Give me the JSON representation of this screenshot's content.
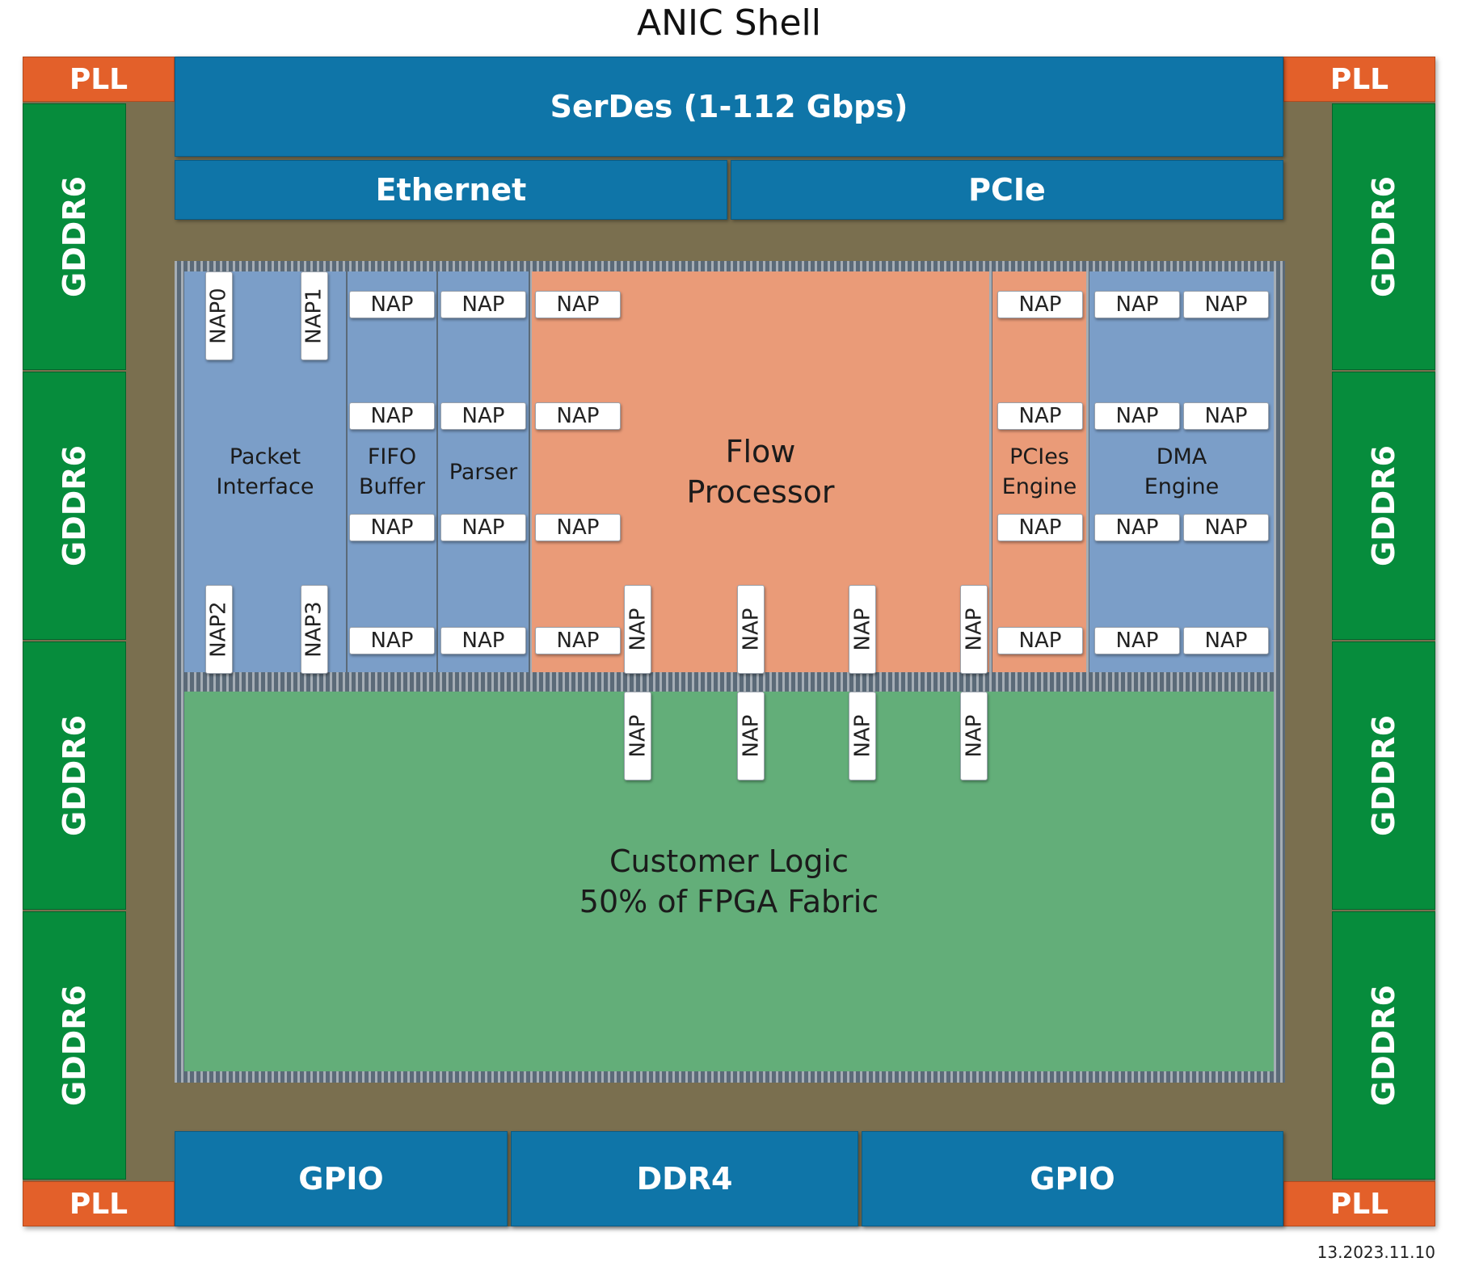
{
  "title": "ANIC Shell",
  "colors": {
    "substrate": "#7a6f4f",
    "io_blue": "#0f75a8",
    "pll_orange": "#e3602a",
    "gddr_green": "#068c3c",
    "block_blue": "#7b9ec8",
    "block_orange": "#ea9b78",
    "customer_green": "#63ae79"
  },
  "pll": {
    "label": "PLL"
  },
  "gddr": {
    "label": "GDDR6"
  },
  "top": {
    "serdes": "SerDes (1-112 Gbps)",
    "ethernet": "Ethernet",
    "pcie": "PCIe"
  },
  "bottom": {
    "gpio_left": "GPIO",
    "ddr4": "DDR4",
    "gpio_right": "GPIO"
  },
  "blocks": {
    "packet_interface": "Packet\nInterface",
    "fifo_buffer": "FIFO\nBuffer",
    "parser": "Parser",
    "flow_processor": "Flow\nProcessor",
    "pcies_engine": "PCIes\nEngine",
    "dma_engine": "DMA\nEngine",
    "customer_logic": "Customer Logic\n50% of FPGA Fabric"
  },
  "nap": {
    "label": "NAP",
    "nap0": "NAP0",
    "nap1": "NAP1",
    "nap2": "NAP2",
    "nap3": "NAP3"
  },
  "footer": {
    "note": "13.2023.11.10"
  }
}
